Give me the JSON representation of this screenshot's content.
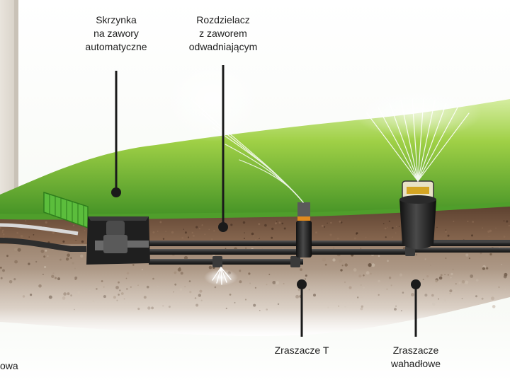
{
  "labels": {
    "valve_box": {
      "lines": [
        "Skrzynka",
        "na zawory",
        "automatyczne"
      ]
    },
    "manifold": {
      "lines": [
        "Rozdzielacz",
        "z zaworem",
        "odwadniającym"
      ]
    },
    "popup": {
      "lines": [
        "Zraszacze T"
      ]
    },
    "oscillating": {
      "lines": [
        "Zraszacze",
        "wahadłowe"
      ]
    },
    "left_partial": {
      "lines": [
        "owa"
      ]
    }
  },
  "colors": {
    "grass_light": "#b9de5a",
    "grass_dark": "#3f8f24",
    "soil": "#7a5a44",
    "gravel": "#b19a86",
    "pipe": "#2b2b2b",
    "leader": "#1a1a1a",
    "box": "#1f1f1f",
    "sprinkler_accent": "#e08a1e",
    "mist": "#dfe9e4"
  }
}
